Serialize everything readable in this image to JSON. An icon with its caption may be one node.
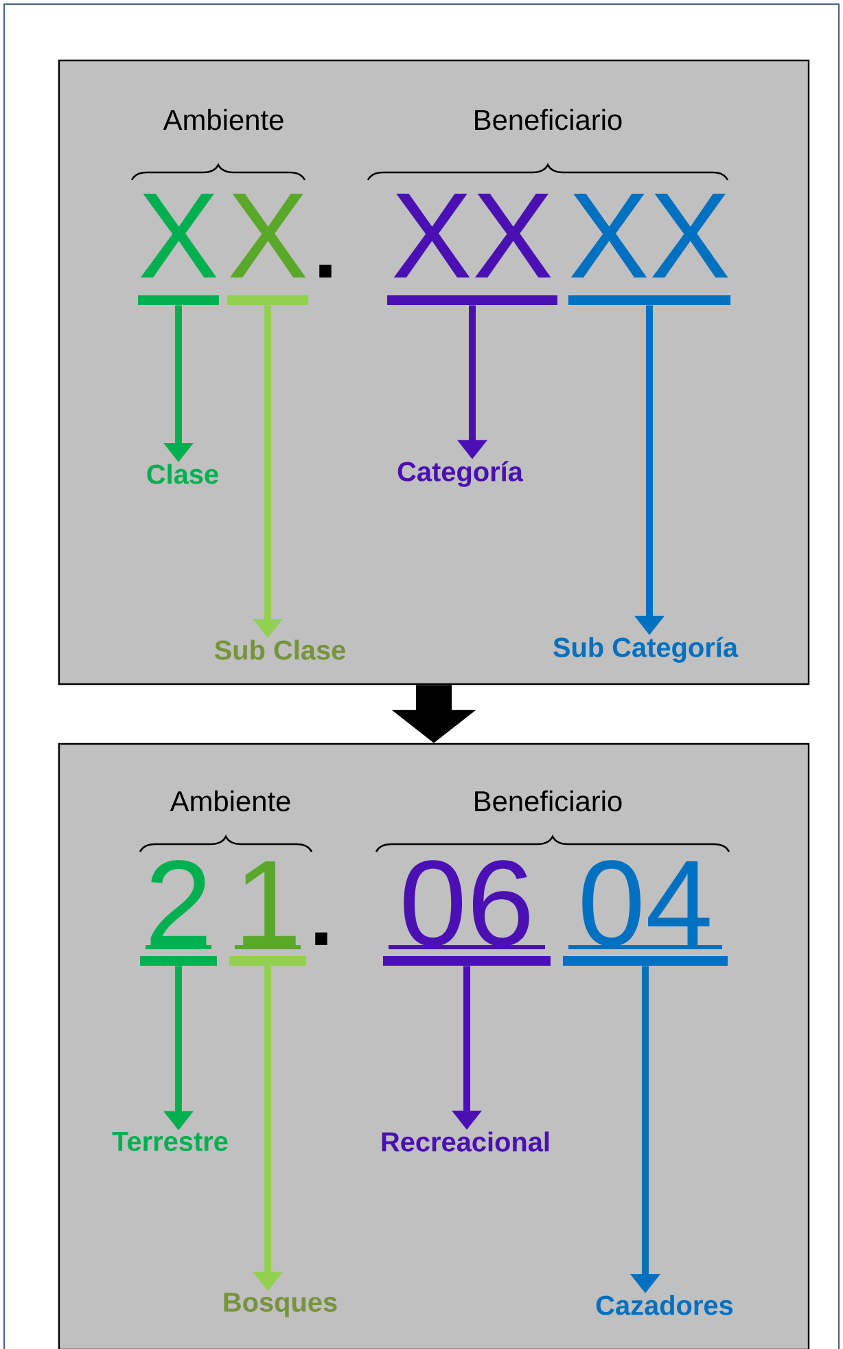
{
  "diagram": {
    "nodes": [
      {
        "text": [],
        "shape": "box"
      },
      {
        "text": [
          "X"
        ],
        "in": 0
      },
      {
        "text": [
          "X"
        ],
        "in": 0
      },
      {
        "text": [
          "XX"
        ],
        "in": 0
      },
      {
        "text": [
          "XX"
        ],
        "in": 0
      },
      {
        "text": [
          "Clase"
        ],
        "in": 0
      },
      {
        "text": [
          "Categoría"
        ],
        "in": 0
      },
      {
        "text": [
          "Sub Clase"
        ],
        "in": 0
      },
      {
        "text": [
          "Sub Categoría"
        ],
        "in": 0
      },
      {
        "text": [],
        "shape": "box"
      },
      {
        "text": [
          "2"
        ],
        "in": 9
      },
      {
        "text": [
          "1"
        ],
        "in": 9
      },
      {
        "text": [
          "06"
        ],
        "in": 9
      },
      {
        "text": [
          "04"
        ],
        "in": 9
      },
      {
        "text": [
          "Terrestre"
        ],
        "in": 9
      },
      {
        "text": [
          "Recreacional"
        ],
        "in": 9
      },
      {
        "text": [
          "Bosques"
        ],
        "in": 9
      },
      {
        "text": [
          "Cazadores"
        ],
        "in": 9
      }
    ],
    "edges": [
      {
        "from": 1,
        "to": 5,
        "arrow": "to",
        "color": "#00b050"
      },
      {
        "from": 2,
        "to": 7,
        "arrow": "to",
        "color": "#92d050"
      },
      {
        "from": 3,
        "to": 6,
        "arrow": "to",
        "color": "#4a10b4"
      },
      {
        "from": 4,
        "to": 8,
        "arrow": "to",
        "color": "#0070c0"
      },
      {
        "from": 0,
        "to": 9,
        "arrow": "to",
        "style": "thick",
        "color": "#000000"
      },
      {
        "from": 10,
        "to": 14,
        "arrow": "to",
        "color": "#00b050"
      },
      {
        "from": 11,
        "to": 16,
        "arrow": "to",
        "color": "#92d050"
      },
      {
        "from": 12,
        "to": 15,
        "arrow": "to",
        "color": "#4a10b4"
      },
      {
        "from": 13,
        "to": 17,
        "arrow": "to",
        "color": "#0070c0"
      }
    ],
    "labels": [
      "Ambiente",
      "Beneficiario",
      ".",
      "Ambiente",
      "Beneficiario",
      "."
    ]
  }
}
